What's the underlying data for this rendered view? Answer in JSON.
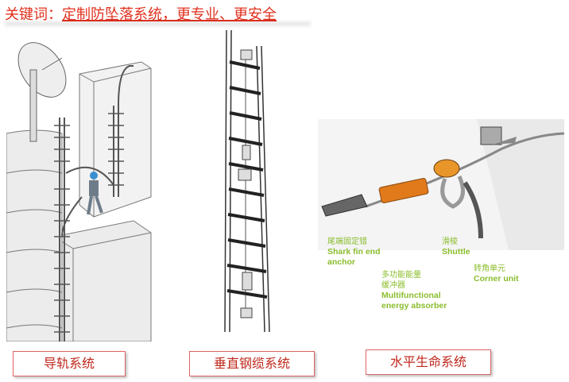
{
  "header": {
    "keyword_label": "关键词：",
    "keyword_value": "定制防坠落系统，更专业、更安全"
  },
  "captions": {
    "rail": "导轨系统",
    "vertical_cable": "垂直钢缆系统",
    "horizontal_lifeline": "水平生命系统"
  },
  "callouts": {
    "anchor_cn": "尾端固定错",
    "anchor_en1": "Shark fin end",
    "anchor_en2": "anchor",
    "shuttle_cn": "滑梭",
    "shuttle_en": "Shuttle",
    "absorber_cn1": "多功能能量",
    "absorber_cn2": "缓冲器",
    "absorber_en1": "Multifunctional",
    "absorber_en2": "energy absorber",
    "corner_cn": "转角单元",
    "corner_en": "Corner unit"
  },
  "colors": {
    "accent_red": "#e0301e",
    "callout_green": "#8bbd2e",
    "absorber_orange": "#e07a1a"
  }
}
